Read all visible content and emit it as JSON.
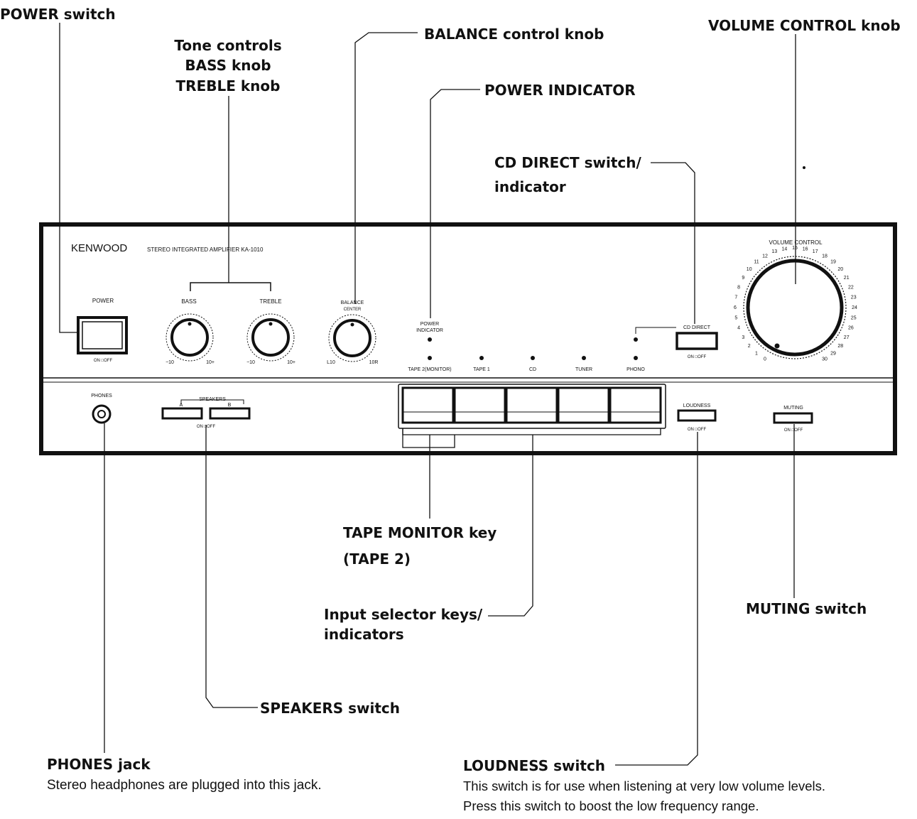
{
  "callouts": {
    "power_switch": "POWER switch",
    "tone_controls": "Tone controls",
    "bass_knob": "BASS knob",
    "treble_knob": "TREBLE knob",
    "balance_knob": "BALANCE control knob",
    "power_indicator": "POWER INDICATOR",
    "cd_direct_line1": "CD DIRECT switch/",
    "cd_direct_line2": "indicator",
    "volume_knob": "VOLUME CONTROL knob",
    "tape_monitor_line1": "TAPE MONITOR key",
    "tape_monitor_line2": "(TAPE 2)",
    "input_selector_line1": "Input selector keys/",
    "input_selector_line2": "indicators",
    "muting_switch": "MUTING switch",
    "speakers_switch": "SPEAKERS switch",
    "phones_jack": "PHONES jack",
    "phones_desc": "Stereo headphones are plugged into this jack.",
    "loudness_switch": "LOUDNESS switch",
    "loudness_desc_1": "This switch is for use when listening at very low volume levels.",
    "loudness_desc_2": "Press this switch to boost the low frequency range."
  },
  "panel": {
    "brand": "KENWOOD",
    "model": "STEREO INTEGRATED AMPLIFIER KA-1010",
    "power_label": "POWER",
    "on_off": "ON □OFF",
    "bass_label": "BASS",
    "treble_label": "TREBLE",
    "balance_label": "BALANCE",
    "balance_center": "CENTER",
    "tone_scale_left": "−10",
    "tone_scale_right": "10+",
    "balance_scale_left": "L10",
    "balance_scale_right": "10R",
    "power_indicator_label_1": "POWER",
    "power_indicator_label_2": "INDICATOR",
    "cd_direct_label": "CD DIRECT",
    "volume_label": "VOLUME CONTROL",
    "volume_scale": [
      "0",
      "1",
      "2",
      "3",
      "4",
      "5",
      "6",
      "7",
      "8",
      "9",
      "10",
      "11",
      "12",
      "13",
      "14",
      "15",
      "16",
      "17",
      "18",
      "19",
      "20",
      "21",
      "22",
      "23",
      "24",
      "25",
      "26",
      "27",
      "28",
      "29",
      "30"
    ],
    "inputs": [
      "TAPE 2(MONITOR)",
      "TAPE 1",
      "CD",
      "TUNER",
      "PHONO"
    ],
    "phones_label": "PHONES",
    "speakers_label": "SPEAKERS",
    "speaker_a": "A",
    "speaker_b": "B",
    "loudness_label": "LOUDNESS",
    "muting_label": "MUTING"
  },
  "colors": {
    "ink": "#111111",
    "panel_bg": "#ffffff"
  }
}
